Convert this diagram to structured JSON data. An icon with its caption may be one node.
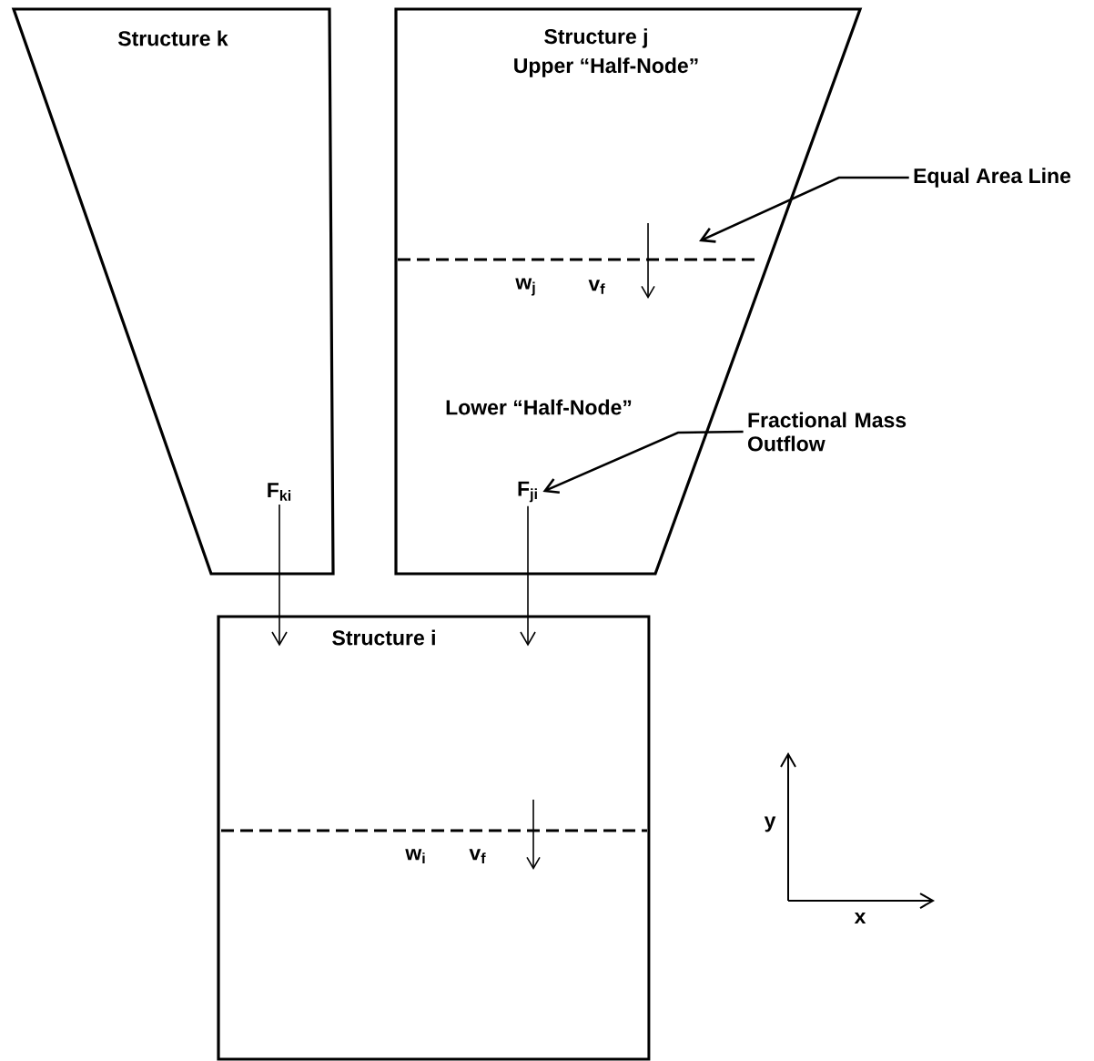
{
  "diagram": {
    "nodes": [
      {
        "text": [
          "Structure k"
        ]
      },
      {
        "text": [
          "Structure j",
          "Upper “Half-Node”",
          "Lower “Half-Node”"
        ]
      },
      {
        "text": [
          "Equal Area Line"
        ]
      },
      {
        "text": [
          "Fractional Mass Outflow"
        ]
      },
      {
        "text": [
          "F$_{ki}$"
        ],
        "in": 0
      },
      {
        "text": [
          "F$_{ji}$"
        ],
        "in": 1
      },
      {
        "text": [
          "Structure i"
        ]
      }
    ],
    "edges": [
      {
        "from": 2,
        "to": null,
        "arrow": "to"
      },
      {
        "from": 3,
        "to": 5,
        "arrow": "to"
      },
      {
        "from": 4,
        "to": 6,
        "arrow": "to"
      },
      {
        "from": 5,
        "to": 6,
        "arrow": "to"
      }
    ],
    "labels": [
      "w$_{j}$",
      "v$_{f}$",
      "w$_{i}$",
      "v$_{f}$",
      "y",
      "x"
    ]
  }
}
